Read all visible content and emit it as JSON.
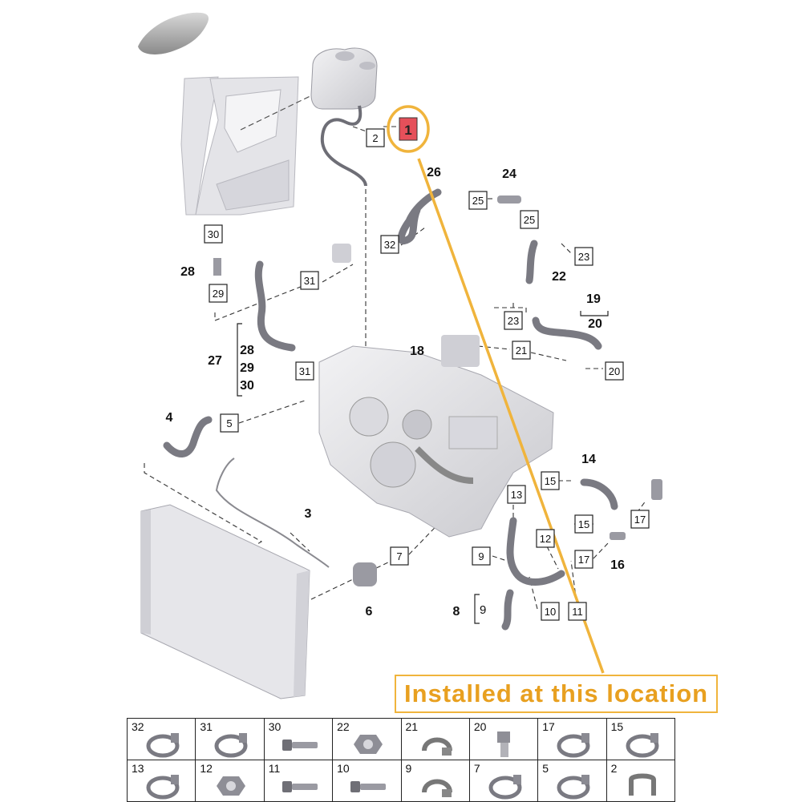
{
  "diagram": {
    "highlighted_part": "1",
    "callout_text": "Installed at this location",
    "accent_color": "#f0b43c",
    "highlight_color": "#e5505a",
    "boxed_labels": [
      "2",
      "32",
      "31",
      "31",
      "29",
      "30",
      "5",
      "25",
      "25",
      "23",
      "23",
      "21",
      "20",
      "15",
      "15",
      "13",
      "12",
      "17",
      "17",
      "9",
      "10",
      "11",
      "7"
    ],
    "bold_labels": [
      "28",
      "27",
      "28",
      "29",
      "30",
      "4",
      "3",
      "6",
      "26",
      "24",
      "22",
      "19",
      "20",
      "18",
      "14",
      "16",
      "8"
    ],
    "bracket_digit": "9",
    "components": [
      "car-silhouette",
      "expansion-tank",
      "body-frame",
      "engine-block",
      "radiator",
      "coolant-hoses"
    ]
  },
  "parts_table": {
    "rows": [
      [
        {
          "num": "32",
          "icon": "hose-clamp-icon"
        },
        {
          "num": "31",
          "icon": "hose-clamp-icon"
        },
        {
          "num": "30",
          "icon": "bolt-icon"
        },
        {
          "num": "22",
          "icon": "nut-icon"
        },
        {
          "num": "21",
          "icon": "spring-clip-icon"
        },
        {
          "num": "20",
          "icon": "connector-icon"
        },
        {
          "num": "17",
          "icon": "hose-clamp-icon"
        },
        {
          "num": "15",
          "icon": "hose-clamp-icon"
        }
      ],
      [
        {
          "num": "13",
          "icon": "hose-clamp-icon"
        },
        {
          "num": "12",
          "icon": "nut-icon"
        },
        {
          "num": "11",
          "icon": "bolt-icon"
        },
        {
          "num": "10",
          "icon": "bolt-icon"
        },
        {
          "num": "9",
          "icon": "spring-clip-icon"
        },
        {
          "num": "7",
          "icon": "hose-clamp-icon"
        },
        {
          "num": "5",
          "icon": "hose-clamp-icon"
        },
        {
          "num": "2",
          "icon": "clip-icon"
        }
      ]
    ]
  }
}
